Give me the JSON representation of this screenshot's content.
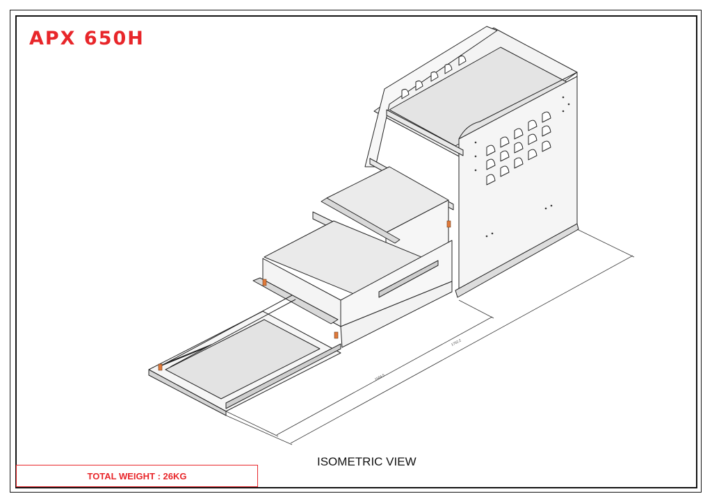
{
  "drawing": {
    "title": "APX 650H",
    "view_label": "ISOMETRIC VIEW",
    "weight_label": "TOTAL WEIGHT : 26KG",
    "dimensions": [
      "1584.5",
      "1752.2"
    ],
    "accent_color": "#e8262a",
    "line_color": "#111111",
    "panel_fill": "#f1f1f1",
    "floor_fill": "#e2e2e2"
  }
}
